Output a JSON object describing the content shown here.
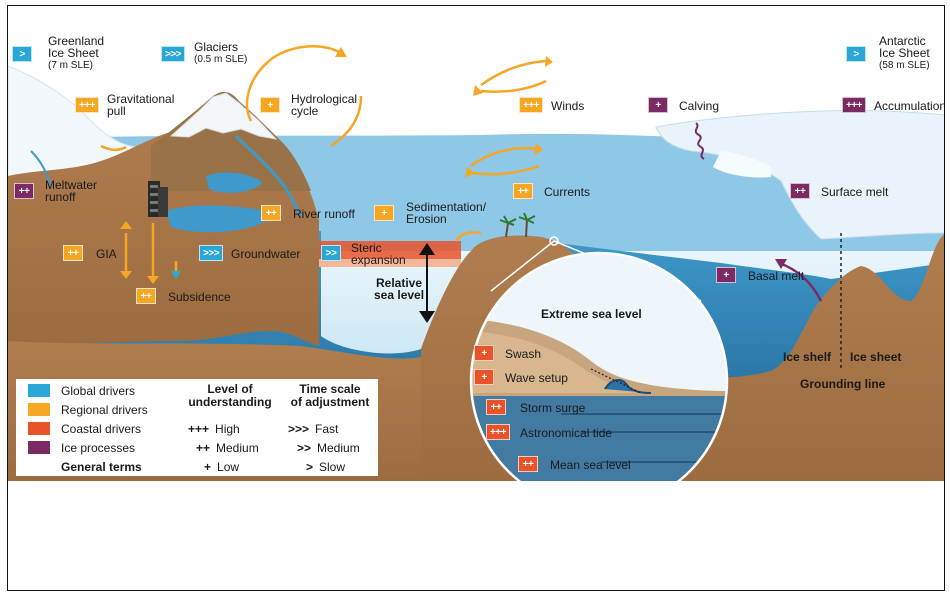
{
  "labels": {
    "greenland": "Greenland\nIce Sheet",
    "greenland_sle": "(7 m SLE)",
    "glaciers": "Glaciers",
    "glaciers_sle": "(0.5 m SLE)",
    "antarctic": "Antarctic\nIce Sheet",
    "antarctic_sle": "(58 m SLE)",
    "gravitational": "Gravitational\npull",
    "hydrological": "Hydrological\ncycle",
    "winds": "Winds",
    "calving": "Calving",
    "accumulation": "Accumulation",
    "meltwater": "Meltwater\nrunoff",
    "currents": "Currents",
    "surface_melt": "Surface melt",
    "river_runoff": "River runoff",
    "sedimentation": "Sedimentation/\nErosion",
    "gia": "GIA",
    "groundwater": "Groundwater",
    "steric": "Steric\nexpansion",
    "relative_sea_level": "Relative\nsea level",
    "subsidence": "Subsidence",
    "basal_melt": "Basal melt",
    "extreme_sea_level": "Extreme sea level",
    "swash": "Swash",
    "wave_setup": "Wave setup",
    "storm_surge": "Storm surge",
    "astronomical_tide": "Astronomical tide",
    "mean_sea_level": "Mean sea level",
    "ice_shelf": "Ice shelf",
    "ice_sheet": "Ice sheet",
    "grounding_line": "Grounding line"
  },
  "badges": {
    "greenland": ">",
    "glaciers": ">>>",
    "antarctic": ">",
    "gravitational": "+++",
    "hydrological": "+",
    "winds": "+++",
    "calving": "+",
    "accumulation": "+++",
    "meltwater": "++",
    "currents": "++",
    "surface_melt": "++",
    "river_runoff": "++",
    "sedimentation": "+",
    "gia": "++",
    "groundwater": ">>>",
    "steric": ">>",
    "subsidence": "++",
    "basal_melt": "+",
    "swash": "+",
    "wave_setup": "+",
    "storm_surge": "++",
    "astronomical_tide": "+++",
    "mean_sea_level": "++"
  },
  "legend": {
    "drivers": [
      "Global drivers",
      "Regional drivers",
      "Coastal drivers",
      "Ice processes"
    ],
    "general_terms": "General terms",
    "understanding_heading": "Level of\nunderstanding",
    "timescale_heading": "Time scale\nof adjustment",
    "understanding": [
      {
        "sym": "+++",
        "text": "High"
      },
      {
        "sym": "++",
        "text": "Medium"
      },
      {
        "sym": "+",
        "text": "Low"
      }
    ],
    "timescale": [
      {
        "sym": ">>>",
        "text": "Fast"
      },
      {
        "sym": ">>",
        "text": "Medium"
      },
      {
        "sym": ">",
        "text": "Slow"
      }
    ]
  },
  "colors": {
    "global": "#29a8d8",
    "regional": "#f5a623",
    "coastal": "#e8532a",
    "ice": "#7b2a63",
    "ocean": "#3a8fc2",
    "land": "#a8774a",
    "sky": "#c7e6f3"
  }
}
